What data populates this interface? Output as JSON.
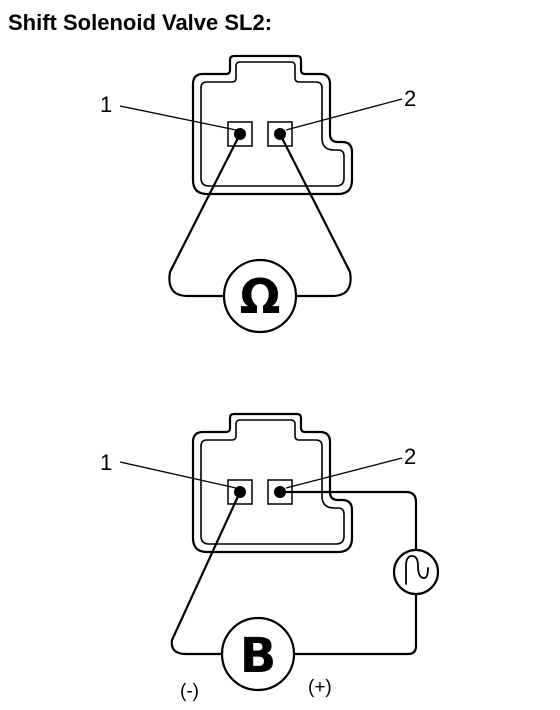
{
  "title": "Shift Solenoid Valve SL2:",
  "top_diagram": {
    "pin1_label": "1",
    "pin2_label": "2",
    "meter_symbol": "Ω"
  },
  "bottom_diagram": {
    "pin1_label": "1",
    "pin2_label": "2",
    "battery_symbol": "B",
    "negative_label": "(-)",
    "positive_label": "(+)",
    "bulb_icon": "bulb-icon"
  }
}
